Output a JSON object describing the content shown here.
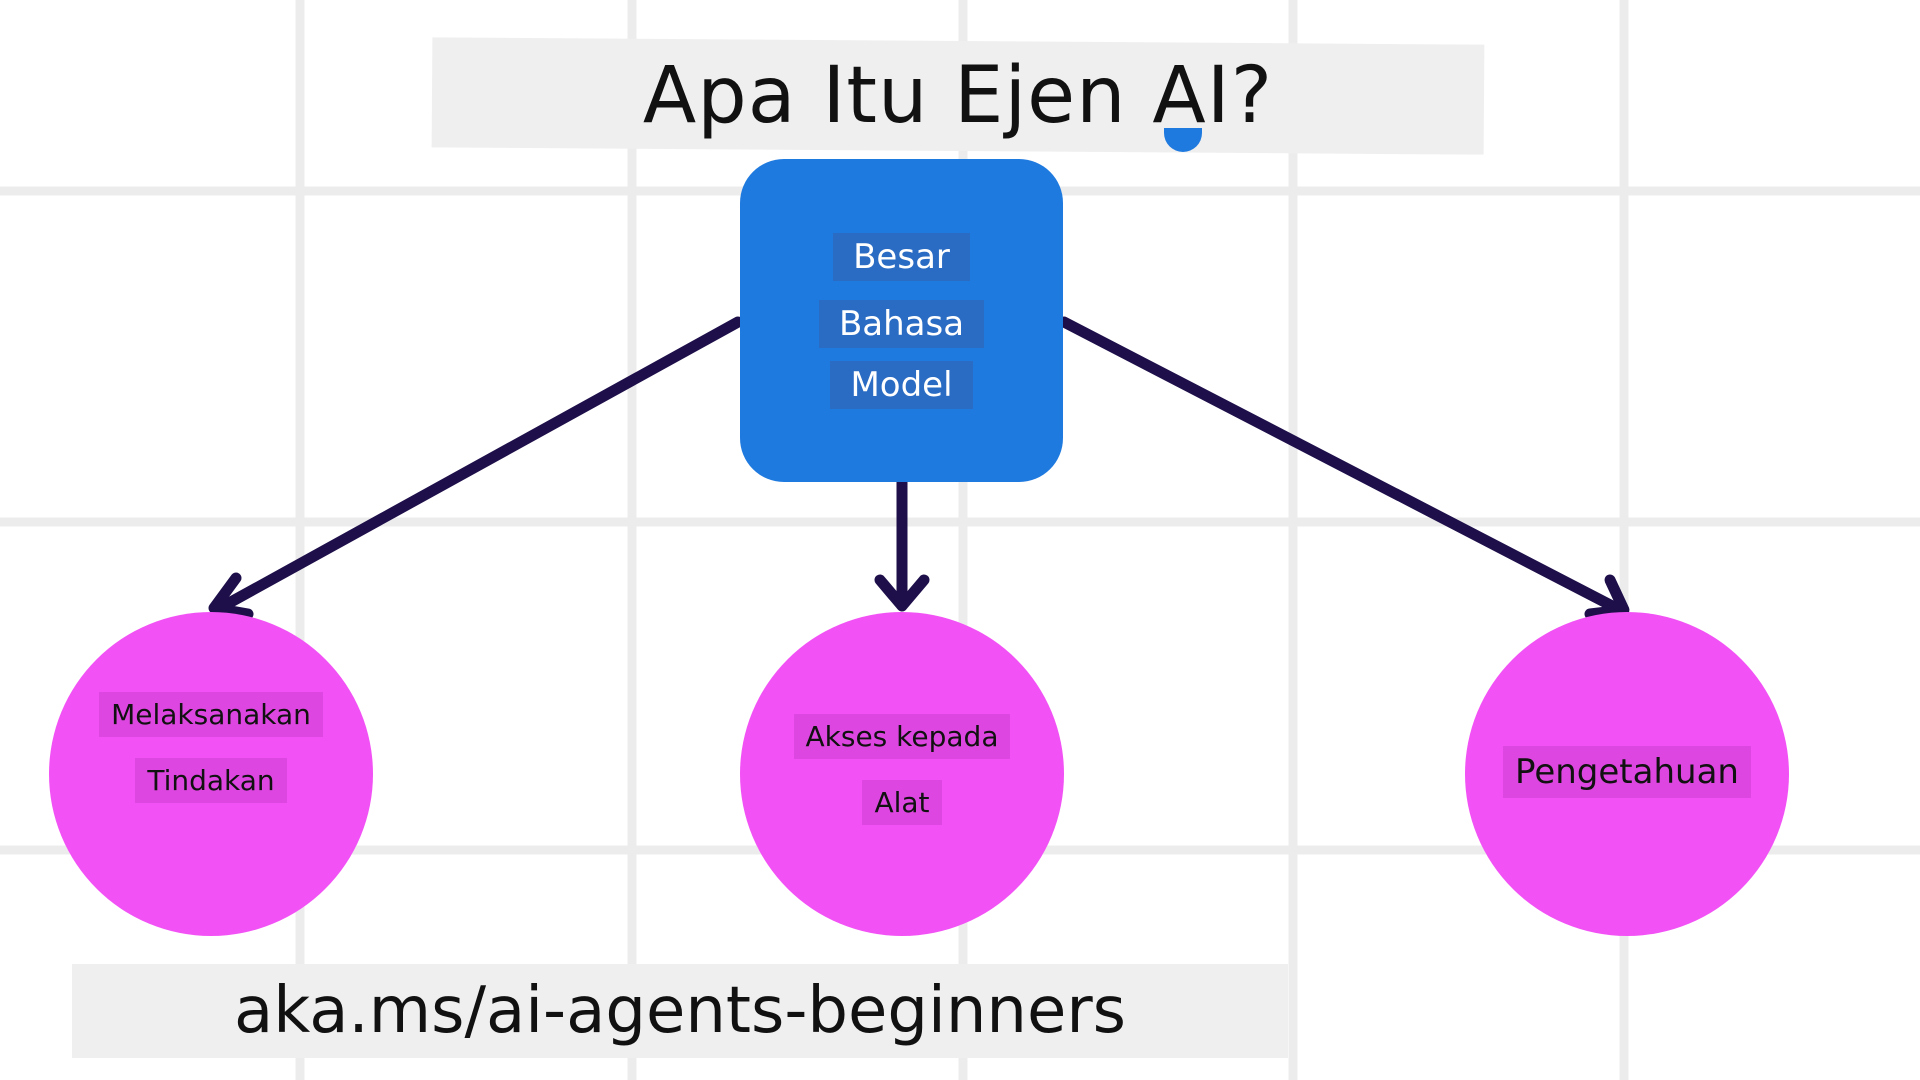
{
  "title": "Apa Itu Ejen AI?",
  "center_node": {
    "lines": [
      "Besar",
      "Bahasa",
      "Model"
    ]
  },
  "nodes": [
    {
      "lines": [
        "Melaksanakan",
        "Tindakan"
      ]
    },
    {
      "lines": [
        "Akses kepada",
        "Alat"
      ]
    },
    {
      "lines": [
        "Pengetahuan"
      ]
    }
  ],
  "footer_url": "aka.ms/ai-agents-beginners",
  "colors": {
    "llm_box": "#1f7ae0",
    "circles": "#f252f5",
    "arrows": "#1e0f4a",
    "grid": "#ececec",
    "band": "#efefef"
  }
}
